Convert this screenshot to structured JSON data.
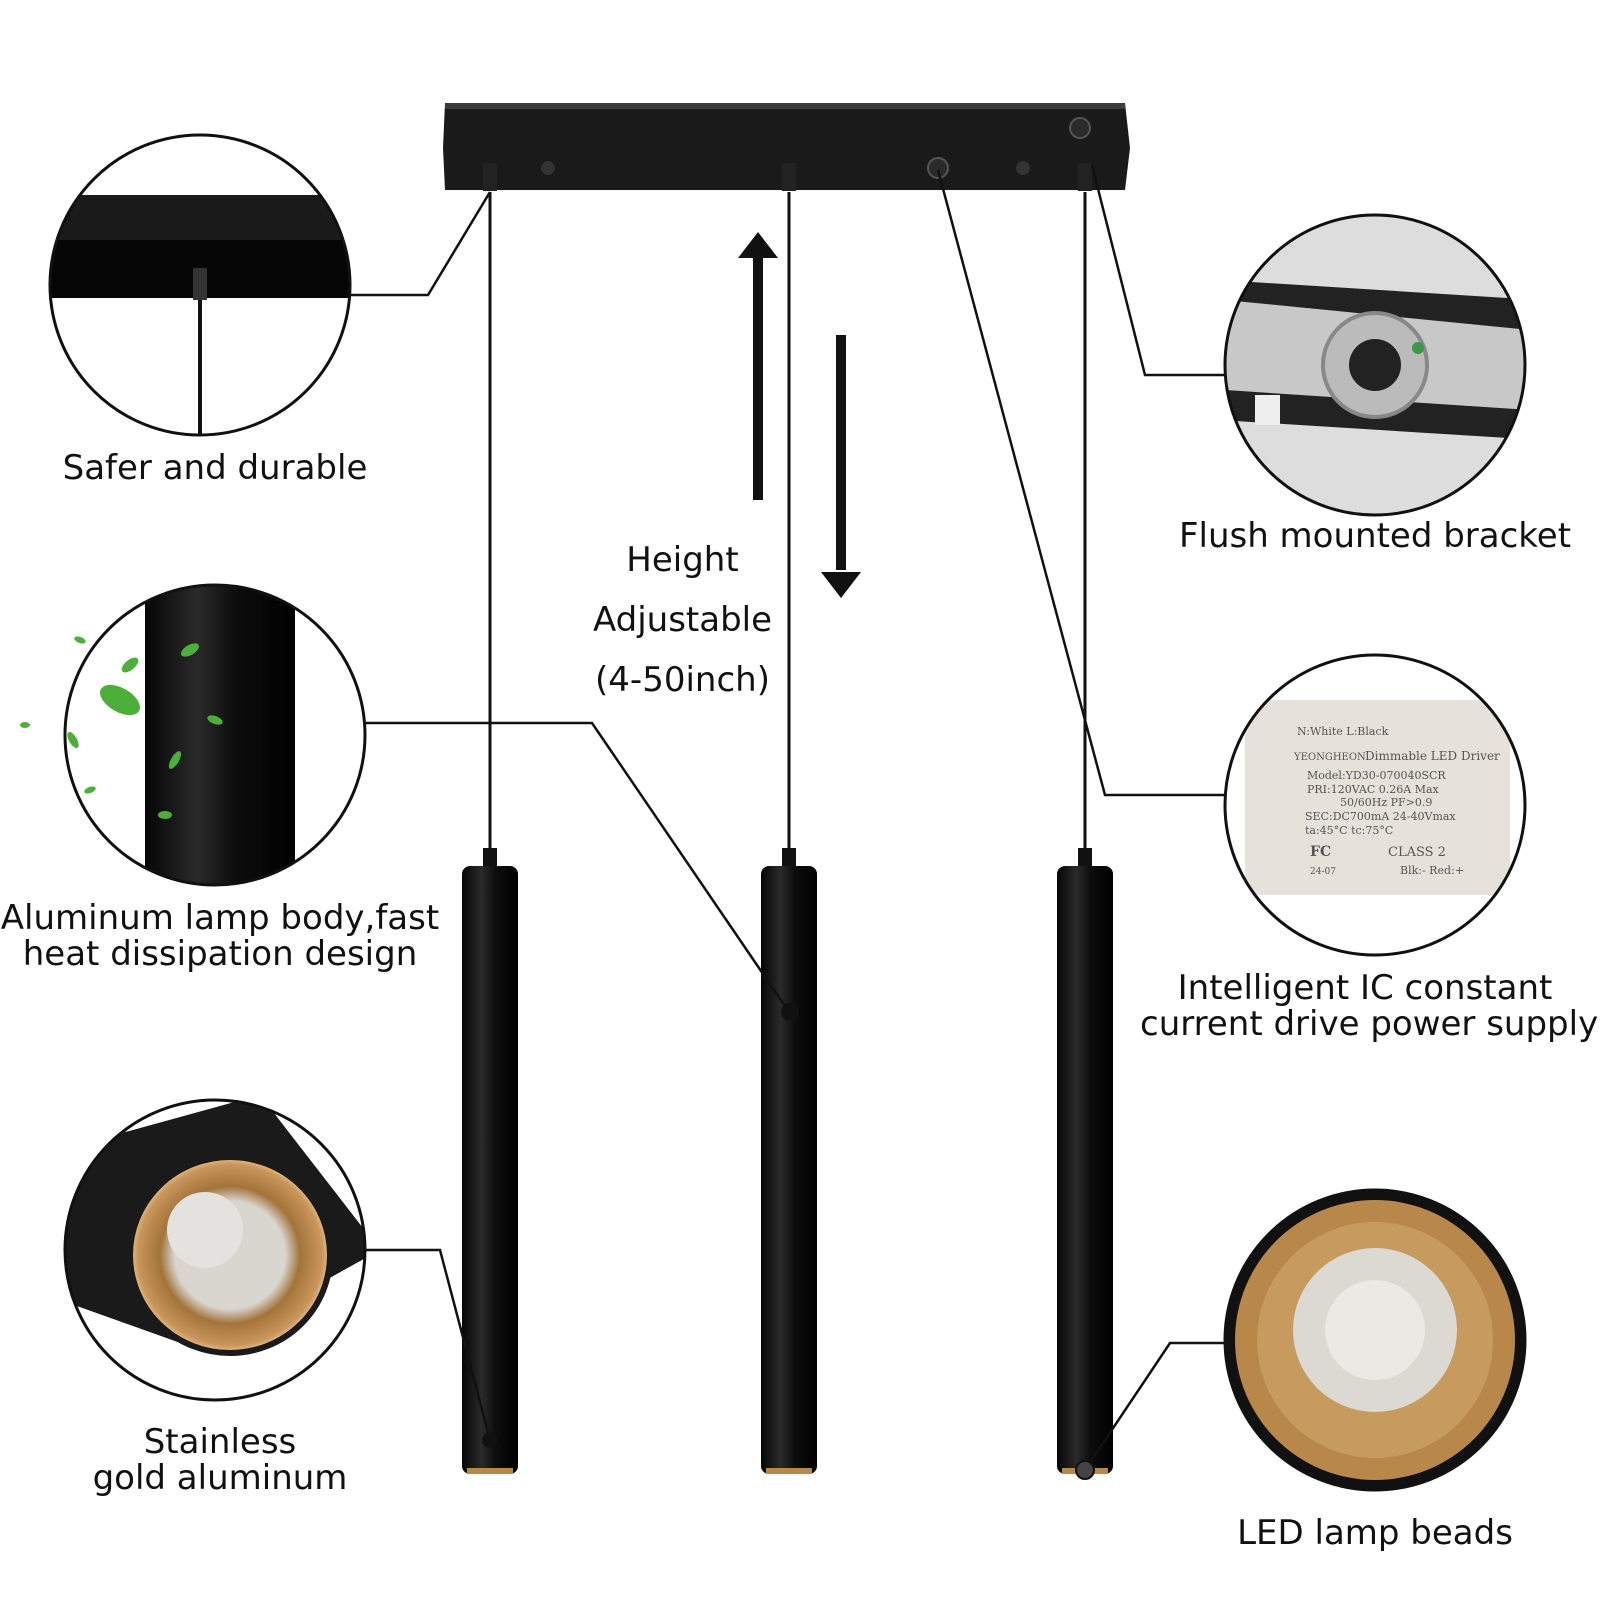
{
  "features": {
    "safer_durable": "Safer and durable",
    "flush_bracket": "Flush mounted bracket",
    "aluminum_line1": "Aluminum lamp body,fast",
    "aluminum_line2": "heat dissipation design",
    "driver_line1": "Intelligent IC constant",
    "driver_line2": "current drive power supply",
    "gold_line1": "Stainless",
    "gold_line2": "gold aluminum",
    "led_beads": "LED lamp beads"
  },
  "height": {
    "line1": "Height",
    "line2": "Adjustable",
    "line3": "(4-50inch)"
  },
  "driver_label": {
    "wires": "N:White   L:Black",
    "brand": "YEONGHEON",
    "product": "Dimmable LED Driver",
    "model": "Model:YD30-070040SCR",
    "pri": "PRI:120VAC 0.26A Max",
    "freq": "50/60Hz PF>0.9",
    "sec": "SEC:DC700mA 24-40Vmax",
    "temps": "ta:45°C    tc:75°C",
    "class": "CLASS 2",
    "date": "24-07",
    "output": "Blk:-   Red:+"
  },
  "colors": {
    "fixture": "#111111",
    "gold": "#b8874a",
    "leaf": "#4caf3a"
  }
}
